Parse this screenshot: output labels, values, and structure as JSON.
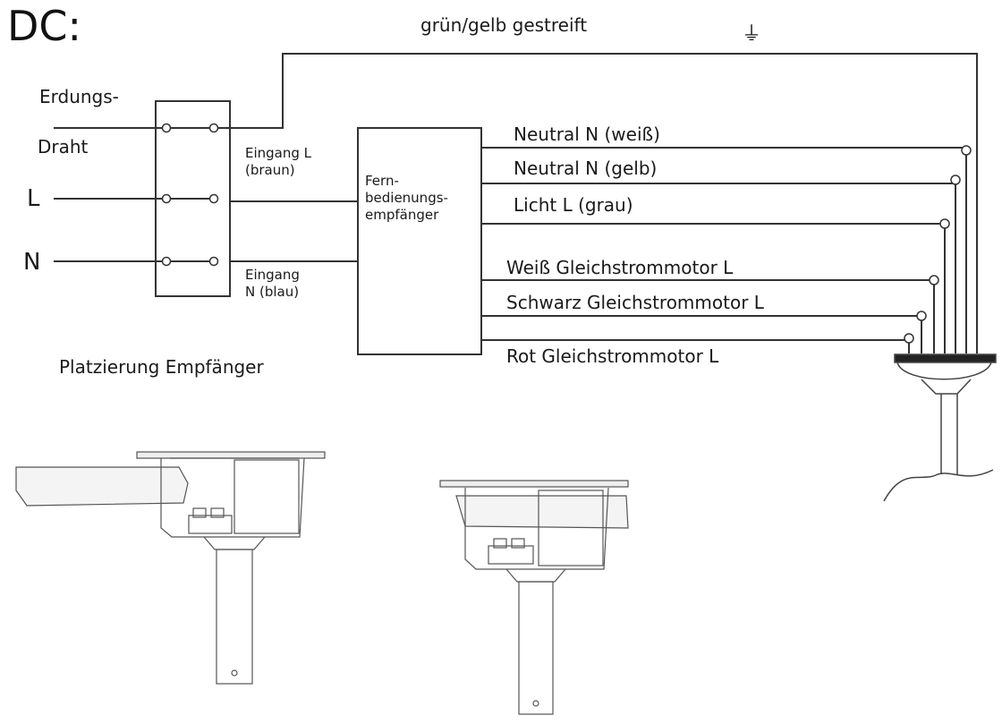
{
  "title": "DC:",
  "ground_wire_label": "grün/gelb gestreift",
  "ground_symbol": "⏚",
  "inputs": {
    "ground": [
      "Erdungs-",
      "Draht"
    ],
    "live": "L",
    "neutral": "N"
  },
  "terminal_labels": {
    "input_l": [
      "Eingang L",
      "(braun)"
    ],
    "input_n": [
      "Eingang",
      "N (blau)"
    ]
  },
  "receiver": [
    "Fern-",
    "bedienungs-",
    "empfänger"
  ],
  "outputs": [
    "Neutral N (weiß)",
    "Neutral N (gelb)",
    "Licht L (grau)",
    "Weiß Gleichstrommotor L",
    "Schwarz Gleichstrommotor L",
    "Rot Gleichstrommotor L"
  ],
  "placement_caption": "Platzierung Empfänger"
}
